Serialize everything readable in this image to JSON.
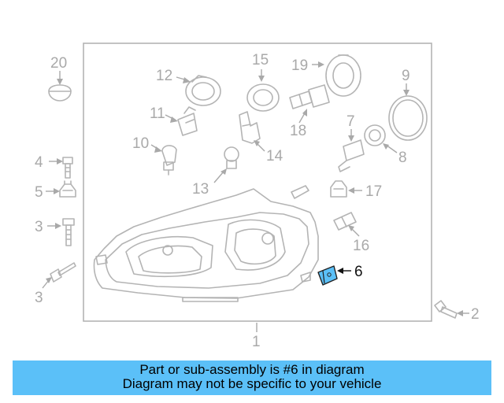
{
  "diagram": {
    "callouts": {
      "c1": "1",
      "c2": "2",
      "c3a": "3",
      "c3b": "3",
      "c4": "4",
      "c5": "5",
      "c6": "6",
      "c7": "7",
      "c8": "8",
      "c9": "9",
      "c10": "10",
      "c11": "11",
      "c12": "12",
      "c13": "13",
      "c14": "14",
      "c15": "15",
      "c16": "16",
      "c17": "17",
      "c18": "18",
      "c19": "19",
      "c20": "20"
    },
    "highlighted_part": "6",
    "colors": {
      "highlight": "#5bc0f8",
      "line": "#b4b4b4",
      "label": "#a9a9a9",
      "banner": "#5bc0f8"
    }
  },
  "banner": {
    "line1": "Part or sub-assembly is #6 in diagram",
    "line2": "Diagram may not be specific to your vehicle"
  }
}
